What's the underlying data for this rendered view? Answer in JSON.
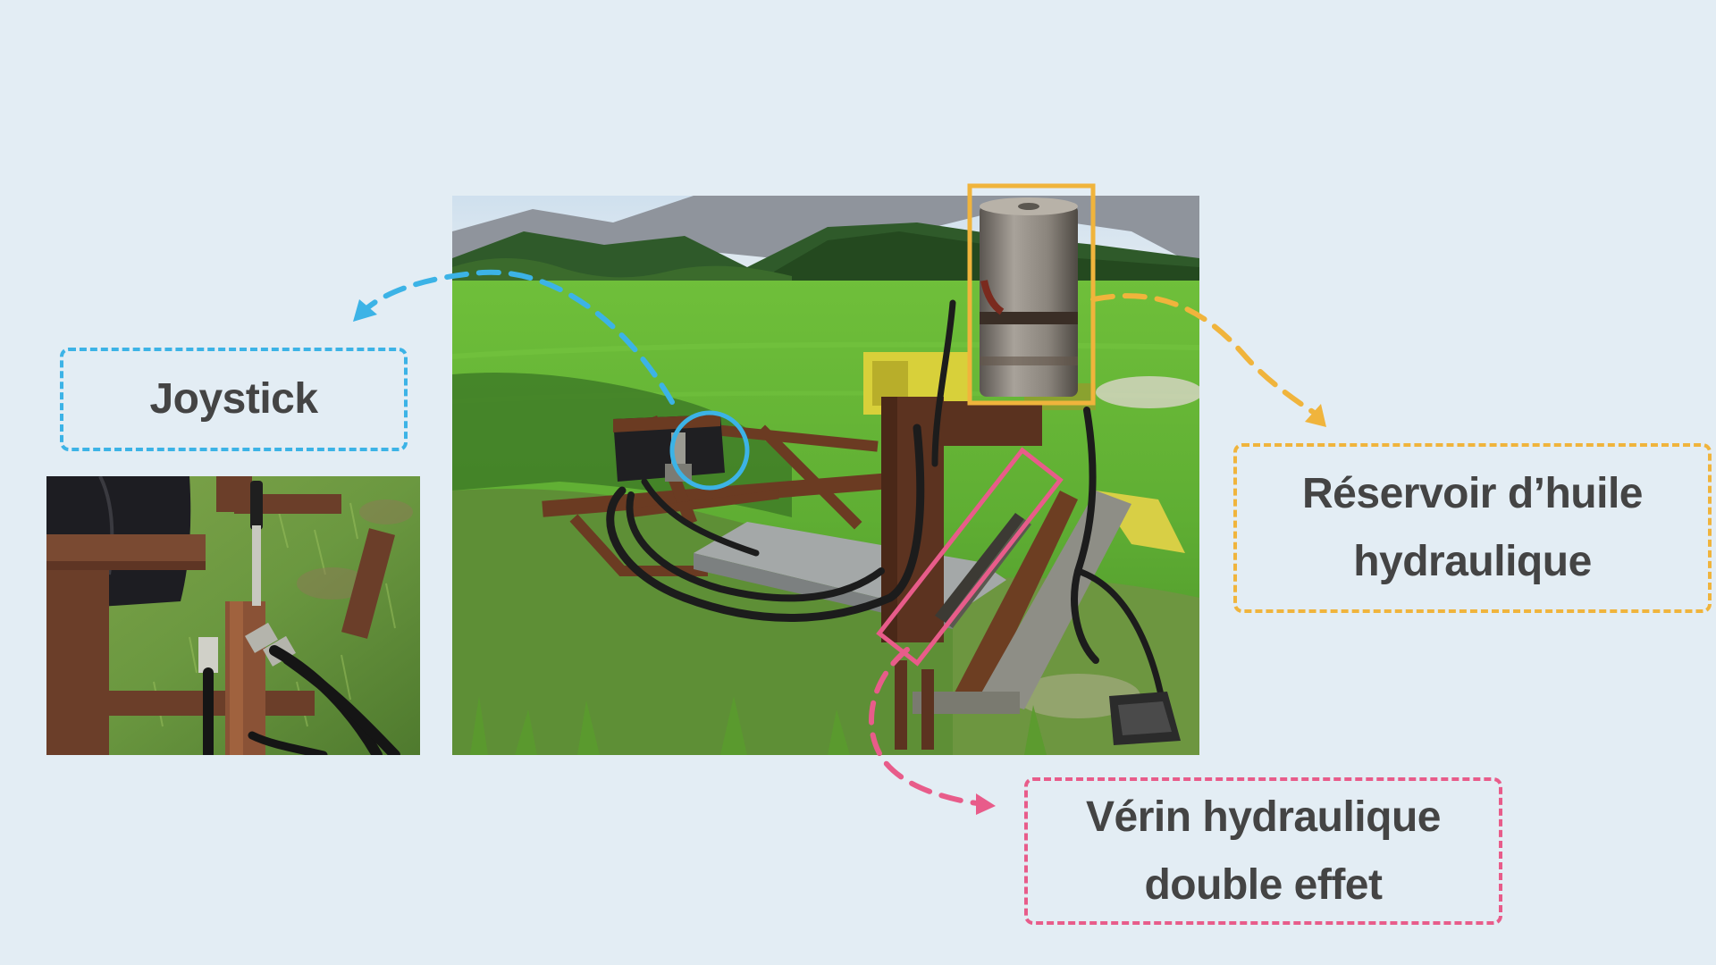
{
  "colors": {
    "background": "#e3edf4",
    "joystick_accent": "#3cb3e6",
    "reservoir_accent": "#f0b43c",
    "verin_accent": "#e85c8a",
    "label_text": "#444444"
  },
  "labels": {
    "joystick": "Joystick",
    "reservoir": "Réservoir d’huile\nhydraulique",
    "verin": "Vérin hydraulique\ndouble effet"
  }
}
